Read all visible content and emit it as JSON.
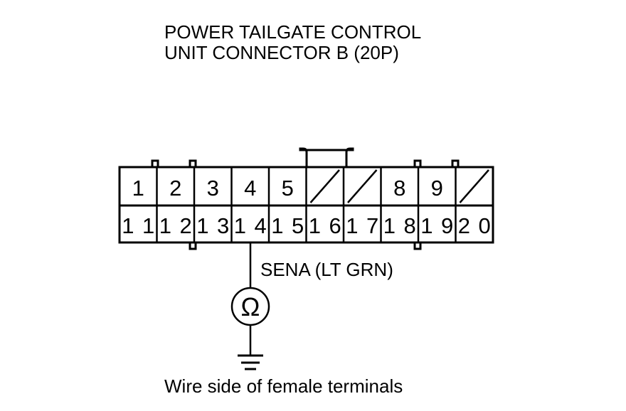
{
  "title_line1": "POWER TAILGATE CONTROL",
  "title_line2": "UNIT CONNECTOR B (20P)",
  "wire_label": "SENA (LT GRN)",
  "meter_symbol": "Ω",
  "footer": "Wire side of female terminals",
  "terminals_top": [
    "1",
    "2",
    "3",
    "4",
    "5",
    "",
    "",
    "8",
    "9",
    ""
  ],
  "terminals_bottom": [
    "11",
    "12",
    "13",
    "14",
    "15",
    "16",
    "17",
    "18",
    "19",
    "20"
  ],
  "blank_top_cells": [
    5,
    6,
    9
  ],
  "probed_terminal": "14"
}
